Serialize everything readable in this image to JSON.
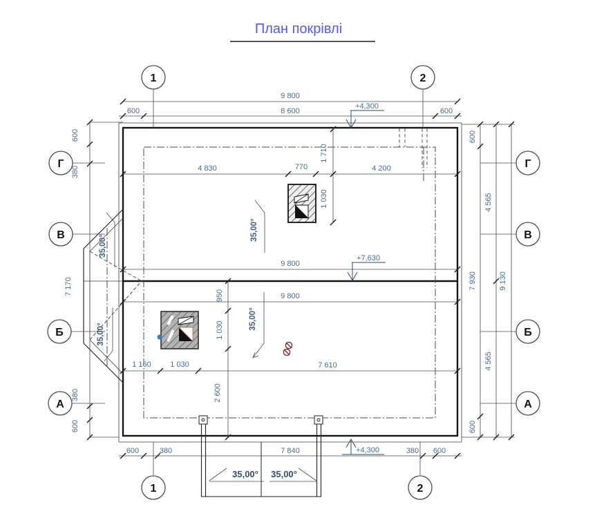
{
  "title": "План покрівлі",
  "axes": {
    "a1": "1",
    "a2": "2",
    "g": "Г",
    "v": "В",
    "b": "Б",
    "a": "А"
  },
  "dims": {
    "v9800": "9 800",
    "v8600": "8 600",
    "v7840": "7 840",
    "v7610": "7 610",
    "v7170": "7 170",
    "v7930": "7 930",
    "v9130": "9 130",
    "v4830": "4 830",
    "v4565": "4 565",
    "v4200": "4 200",
    "v2600": "2 600",
    "v1710": "1 710",
    "v1160": "1 160",
    "v1030": "1 030",
    "v950": "950",
    "v770": "770",
    "v600": "600",
    "v380": "380"
  },
  "marks": {
    "slope": "35,00°",
    "elev_top": "+4,300",
    "elev_ridge": "+7,630",
    "elev_eave": "+4,300"
  },
  "colors": {
    "dim_text": "#4a6b95",
    "title_text": "#5457ff",
    "line": "#1a1a1a",
    "chimney_hatch": "#6e6e6e",
    "accent_red": "#7c2f2f",
    "accent_blue_dot": "#2b7bd4"
  }
}
